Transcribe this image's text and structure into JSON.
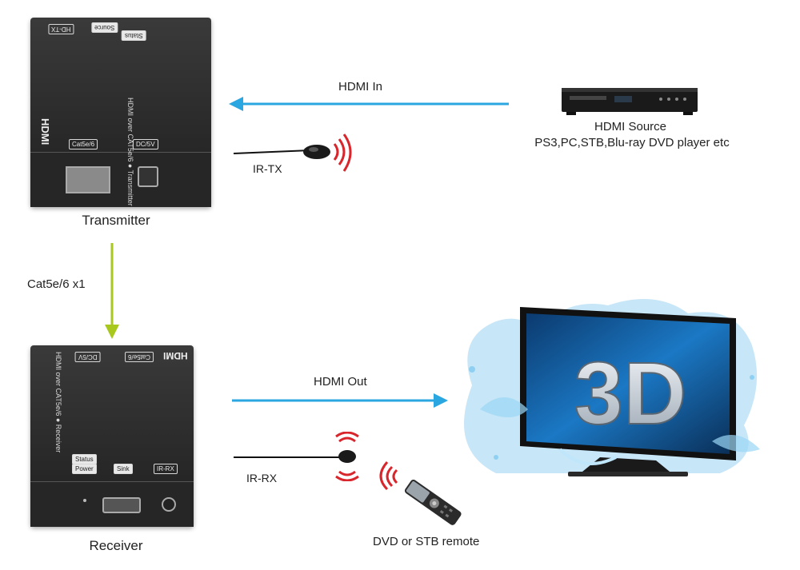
{
  "labels": {
    "hdmi_in": "HDMI  In",
    "hdmi_source_title": "HDMI Source",
    "hdmi_source_desc": "PS3,PC,STB,Blu-ray DVD player etc",
    "ir_tx": "IR-TX",
    "transmitter": "Transmitter",
    "cable": "Cat5e/6 x1",
    "hdmi_out": "HDMI Out",
    "ir_rx": "IR-RX",
    "receiver": "Receiver",
    "remote": "DVD or STB remote"
  },
  "transmitter_device": {
    "logo": "HDMI",
    "side_text": "HDMI over CAT5e/6 ● Transmitter",
    "tag_hdtx": "HD-TX",
    "tag_source": "Source",
    "tag_status": "Status",
    "port_cat": "Cat5e/6",
    "port_dc": "DC/5V"
  },
  "receiver_device": {
    "logo": "HDMI",
    "side_text": "HDMI over CAT5e/6 ● Receiver",
    "tag_dc": "DC/5V",
    "tag_cat": "Cat5e/6",
    "tag_status": "Status",
    "tag_power": "Power",
    "tag_sink": "Sink",
    "tag_irrx": "IR-RX"
  },
  "tv": {
    "screen_text": "3D"
  },
  "colors": {
    "hdmi_arrow": "#2aa6e0",
    "cable_arrow": "#a8c81e",
    "ir_wave": "#d8262c"
  }
}
